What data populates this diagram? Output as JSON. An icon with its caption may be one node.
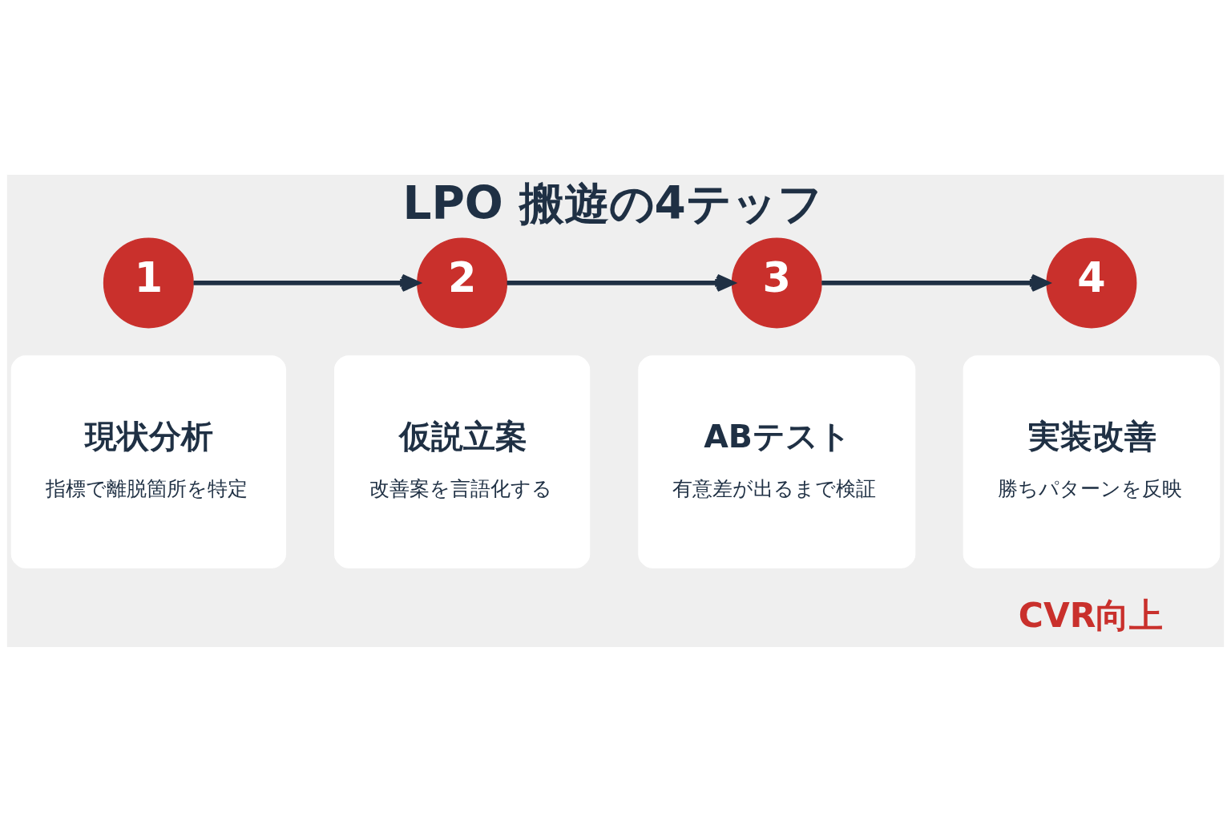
{
  "diagram": {
    "title": "LPO 搬遊の4テッフ",
    "nodes": [
      {
        "text": [
          "1"
        ]
      },
      {
        "text": [
          "2"
        ]
      },
      {
        "text": [
          "3"
        ]
      },
      {
        "text": [
          "4"
        ]
      },
      {
        "text": [
          "現状分析",
          "指標で離脱箇所を特定"
        ]
      },
      {
        "text": [
          "仮説立案",
          "改善案を言語化する"
        ]
      },
      {
        "text": [
          "ABテスト",
          "有意差が出るまで検証"
        ]
      },
      {
        "text": [
          "実装改善",
          "勝ちパターンを反映"
        ]
      }
    ],
    "edges": [
      {
        "from": 0,
        "to": 1,
        "arrow": "to"
      },
      {
        "from": 1,
        "to": 2,
        "arrow": "to"
      },
      {
        "from": 2,
        "to": 3,
        "arrow": "to"
      }
    ],
    "labels": [
      "CVR向上"
    ]
  }
}
